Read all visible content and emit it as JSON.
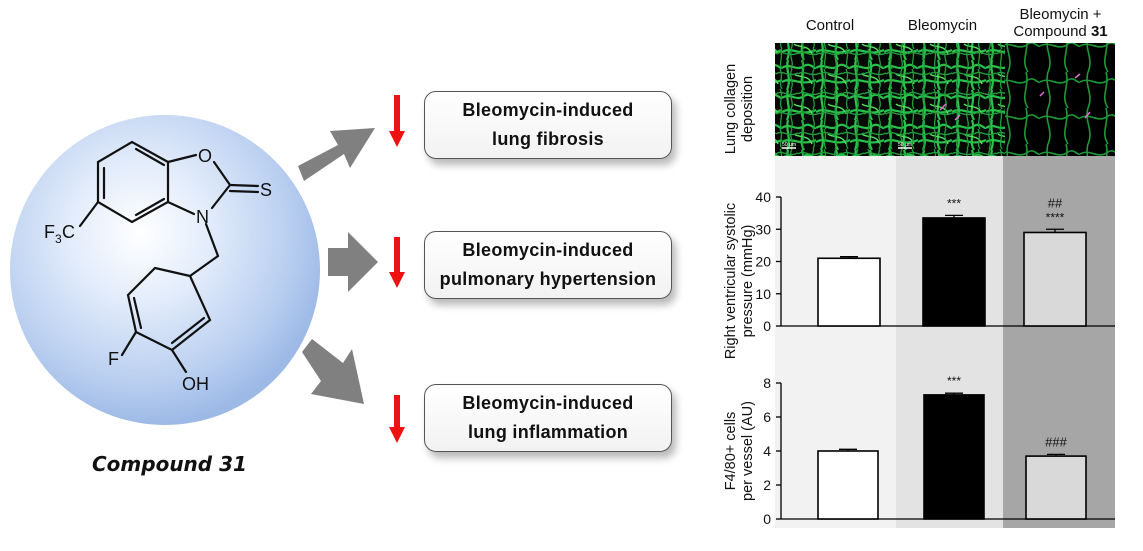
{
  "compound": {
    "caption": "Compound 31",
    "atom_labels": {
      "O": "O",
      "S": "S",
      "N": "N",
      "CF3": "F3C",
      "F": "F",
      "OH": "OH"
    }
  },
  "effects": [
    {
      "line1": "Bleomycin-induced",
      "line2": "lung fibrosis"
    },
    {
      "line1": "Bleomycin-induced",
      "line2": "pulmonary hypertension"
    },
    {
      "line1": "Bleomycin-induced",
      "line2": "lung inflammation"
    }
  ],
  "colors": {
    "arrow_gray": "#808080",
    "decrease_arrow": "#ee1111",
    "sphere": "#b7cdef"
  },
  "icons": {
    "effect_arrow": "gray-block-arrow-icon",
    "decrease": "red-down-arrow-icon"
  },
  "groups": {
    "control": "Control",
    "bleomycin": "Bleomycin",
    "combo_line1": "Bleomycin +",
    "combo_line2_prefix": "Compound ",
    "combo_line2_bold": "31"
  },
  "panels": {
    "collagen": {
      "ylabel_line1": "Lung collagen",
      "ylabel_line2": "deposition",
      "scale_bar": "50 µm"
    },
    "rvsp": {
      "ylabel_line1": "Right ventricular systolic",
      "ylabel_line2": "pressure (mmHg)"
    },
    "f480": {
      "ylabel_line1": "F4/80+ cells",
      "ylabel_line2": "per vessel (AU)"
    }
  },
  "chart_data": [
    {
      "type": "bar",
      "categories": [
        "Control",
        "Bleomycin",
        "Bleomycin + Compound 31"
      ],
      "values": [
        21,
        33.5,
        29
      ],
      "errors": [
        0.5,
        0.8,
        1.0
      ],
      "ylabel": "Right ventricular systolic pressure (mmHg)",
      "ylim": [
        0,
        40
      ],
      "yticks": [
        "0",
        "10",
        "20",
        "30",
        "40"
      ],
      "annotations": [
        {
          "category": "Bleomycin",
          "text": "***"
        },
        {
          "category": "Bleomycin + Compound 31",
          "text": "****"
        },
        {
          "category": "Bleomycin + Compound 31",
          "text": "##"
        }
      ],
      "bar_colors": [
        "#ffffff",
        "#000000",
        "#d9d9d9"
      ]
    },
    {
      "type": "bar",
      "categories": [
        "Control",
        "Bleomycin",
        "Bleomycin + Compound 31"
      ],
      "values": [
        4.0,
        7.3,
        3.7
      ],
      "errors": [
        0.1,
        0.1,
        0.1
      ],
      "ylabel": "F4/80+ cells per vessel (AU)",
      "ylim": [
        0,
        8
      ],
      "yticks": [
        "0",
        "2",
        "4",
        "6",
        "8"
      ],
      "annotations": [
        {
          "category": "Bleomycin",
          "text": "***"
        },
        {
          "category": "Bleomycin + Compound 31",
          "text": "###"
        }
      ],
      "bar_colors": [
        "#ffffff",
        "#000000",
        "#d9d9d9"
      ]
    }
  ]
}
